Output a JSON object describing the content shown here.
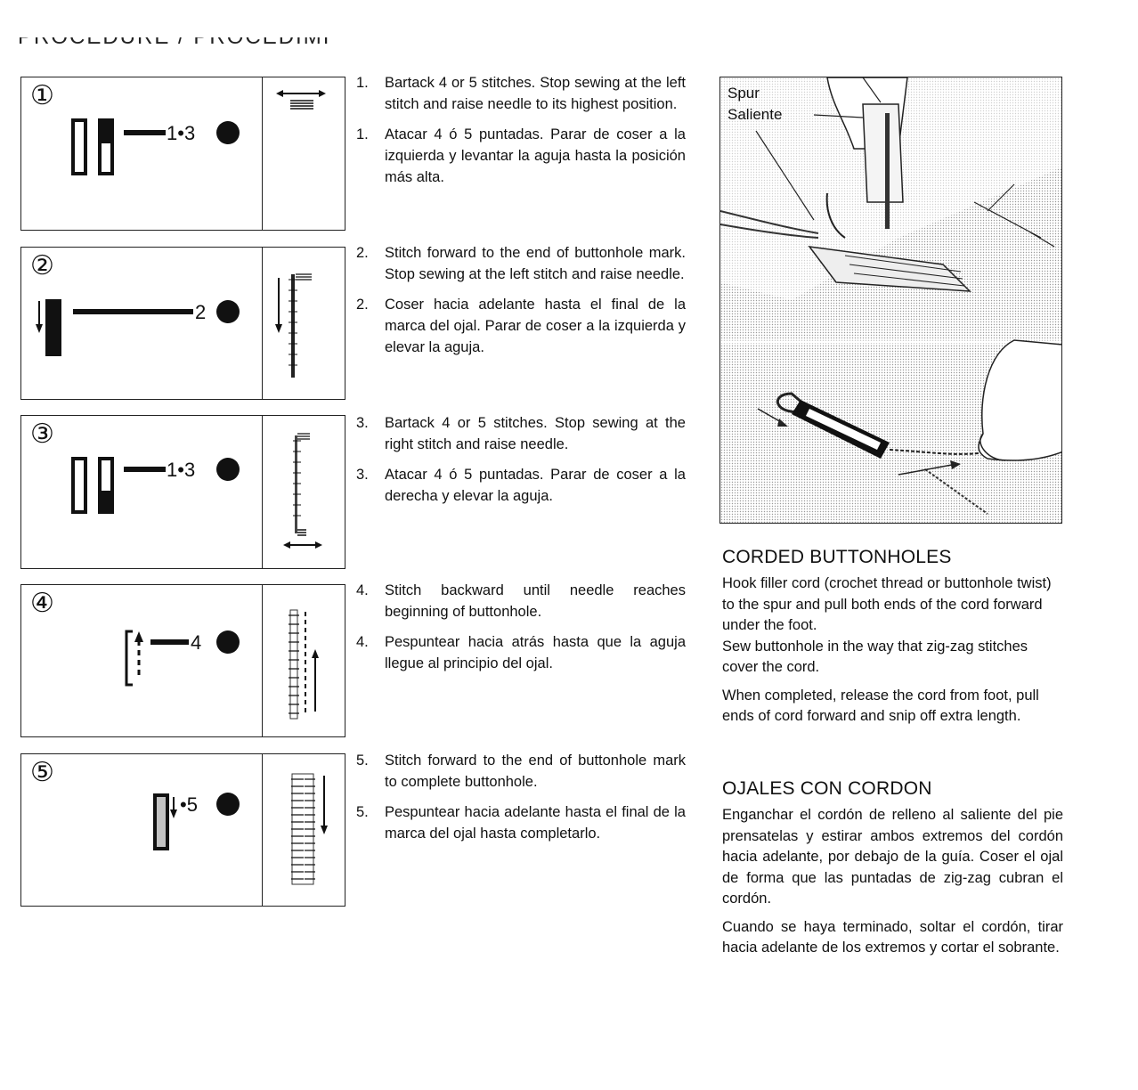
{
  "header": {
    "cut_title": "PROCEDURE / PROCEDIMIENTO"
  },
  "steps": [
    {
      "num": "①",
      "label": "1•3"
    },
    {
      "num": "②",
      "label": "2"
    },
    {
      "num": "③",
      "label": "1•3"
    },
    {
      "num": "④",
      "label": "4"
    },
    {
      "num": "⑤",
      "label": "•5"
    }
  ],
  "instructions": [
    {
      "n": "1.",
      "en": "Bartack 4 or 5 stitches. Stop sewing at the left stitch and raise needle to its highest position.",
      "es": "Atacar 4 ó 5 puntadas. Parar de coser a la izquierda y levantar la aguja hasta la posición más alta."
    },
    {
      "n": "2.",
      "en": "Stitch forward to the end of buttonhole mark. Stop sewing at the left stitch and raise needle.",
      "es": "Coser hacia adelante hasta el final de la marca del ojal. Parar de coser a la izquierda y elevar la aguja."
    },
    {
      "n": "3.",
      "en": "Bartack 4 or 5 stitches. Stop sewing at the right stitch and raise needle.",
      "es": "Atacar 4 ó 5 puntadas. Parar de coser a la derecha y elevar la aguja."
    },
    {
      "n": "4.",
      "en": "Stitch backward until needle reaches beginning of buttonhole.",
      "es": "Pespuntear hacia atrás hasta que la aguja llegue al principio del ojal."
    },
    {
      "n": "5.",
      "en": "Stitch forward to the end of buttonhole mark to complete buttonhole.",
      "es": "Pespuntear hacia adelante hasta el final de la marca del ojal hasta completarlo."
    }
  ],
  "figure": {
    "label_en": "Spur",
    "label_es": "Saliente"
  },
  "corded_en": {
    "title": "CORDED BUTTONHOLES",
    "p1": "Hook filler cord (crochet thread or buttonhole twist) to the spur and pull both ends of the cord forward under the foot.",
    "p2": "Sew buttonhole in the way that zig-zag stitches cover the cord.",
    "p3": "When completed, release the cord from foot, pull ends of cord forward and snip off extra length."
  },
  "corded_es": {
    "title": "OJALES CON CORDON",
    "p1": "Enganchar el cordón de relleno al saliente del pie prensatelas y estirar ambos extremos del cordón hacia adelante, por debajo de la guía. Coser el ojal de forma que las puntadas de zig-zag cubran el cordón.",
    "p2": "Cuando se haya terminado, soltar el cordón, tirar hacia adelante de los extremos y cortar el sobrante."
  }
}
